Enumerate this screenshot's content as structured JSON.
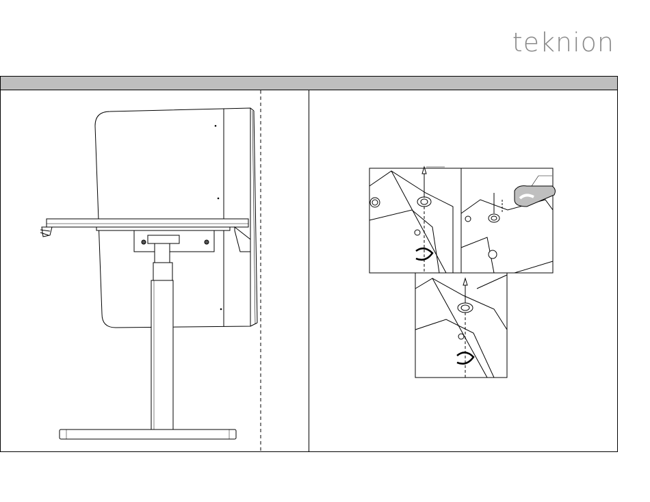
{
  "brand": {
    "logo_text": "teknion",
    "logo_color": "#8a8a8a"
  },
  "header": {
    "bar_color": "#bebebe"
  },
  "figures": {
    "left": {
      "icon": "desk-side-view-illustration"
    },
    "right": {
      "icon": "screw-installation-detail-illustration",
      "detail_count": 3
    }
  }
}
